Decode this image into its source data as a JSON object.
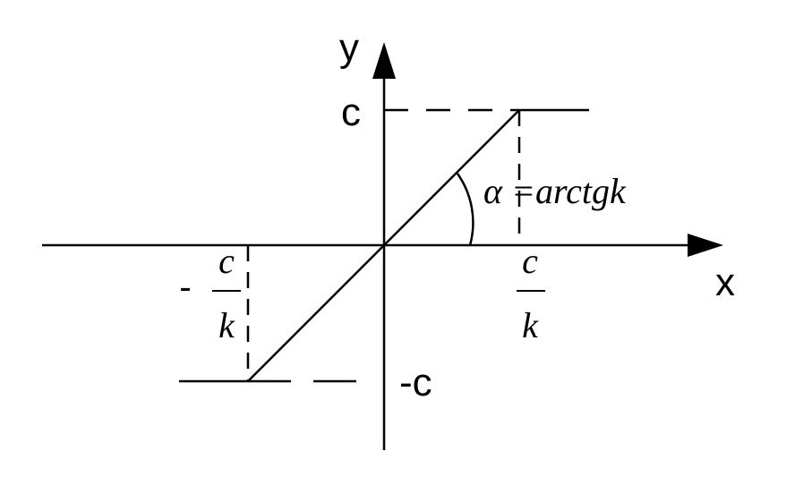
{
  "diagram": {
    "axis_x_label": "x",
    "axis_y_label": "y",
    "level_top_label": "c",
    "level_bottom_label": "-c",
    "pos_fraction": {
      "numerator": "c",
      "denominator": "k"
    },
    "neg_fraction": {
      "sign": "-",
      "numerator": "c",
      "denominator": "k"
    },
    "angle_label": "α =arctgk",
    "colors": {
      "stroke": "#000000",
      "background": "#ffffff"
    }
  }
}
